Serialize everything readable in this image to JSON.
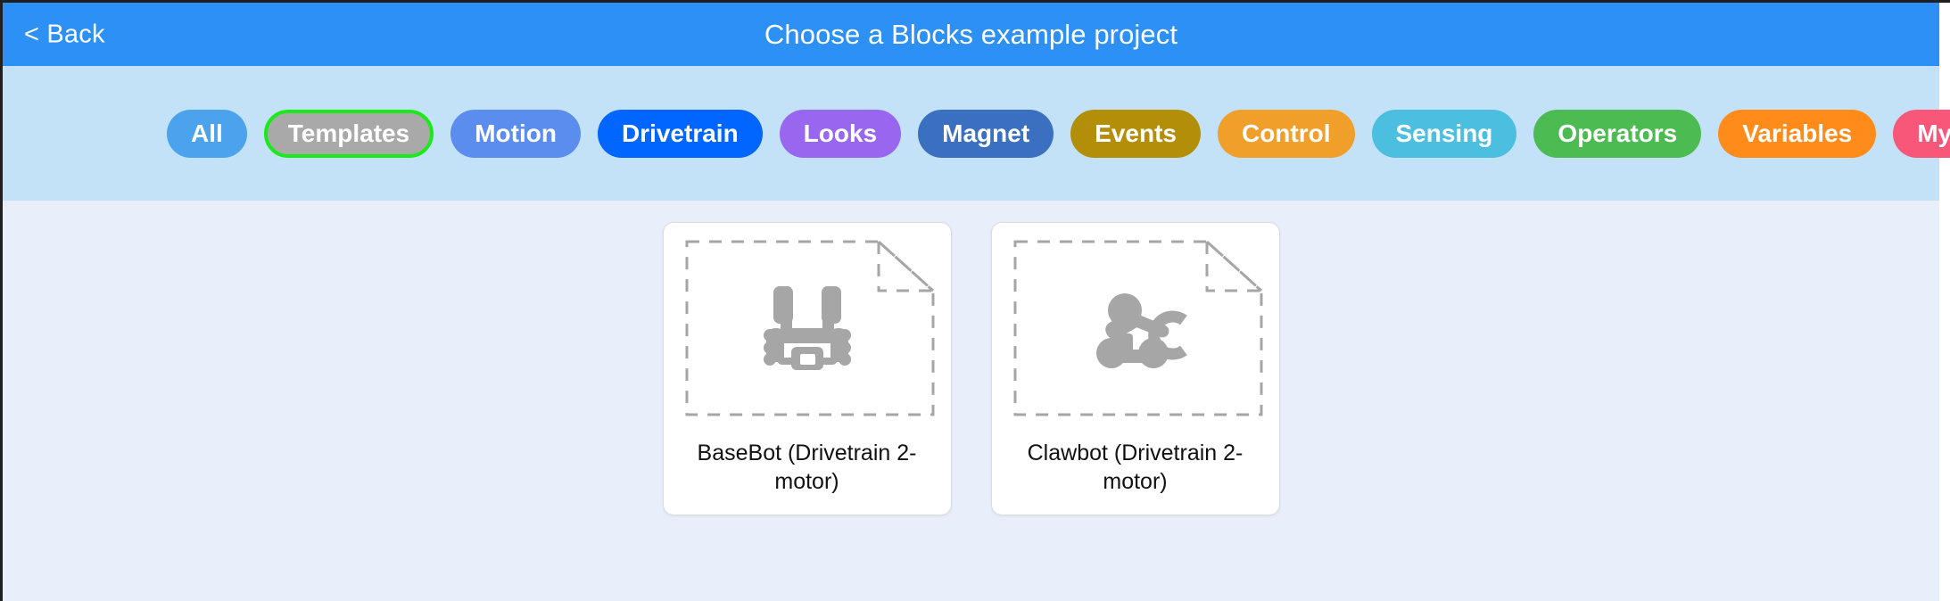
{
  "header": {
    "back_label": "< Back",
    "title": "Choose a Blocks example project",
    "background_color": "#2d90f5"
  },
  "category_bar": {
    "background_color": "#c3e1f7",
    "selected_outline_color": "#1aea1a",
    "pills": [
      {
        "label": "All",
        "color": "#4aa3ec",
        "selected": false
      },
      {
        "label": "Templates",
        "color": "#a9a9a9",
        "selected": true
      },
      {
        "label": "Motion",
        "color": "#5b8def",
        "selected": false
      },
      {
        "label": "Drivetrain",
        "color": "#0066ff",
        "selected": false
      },
      {
        "label": "Looks",
        "color": "#9966f0",
        "selected": false
      },
      {
        "label": "Magnet",
        "color": "#3b6fbf",
        "selected": false
      },
      {
        "label": "Events",
        "color": "#b38f09",
        "selected": false
      },
      {
        "label": "Control",
        "color": "#f0a02a",
        "selected": false
      },
      {
        "label": "Sensing",
        "color": "#4cbfe0",
        "selected": false
      },
      {
        "label": "Operators",
        "color": "#4cbb52",
        "selected": false
      },
      {
        "label": "Variables",
        "color": "#ff8c1a",
        "selected": false
      },
      {
        "label": "My Blocks",
        "color": "#f9577a",
        "selected": false
      }
    ]
  },
  "content": {
    "background_color": "#e9effa",
    "cards": [
      {
        "label": "BaseBot (Drivetrain 2-motor)",
        "icon": "basebot-robot-icon"
      },
      {
        "label": "Clawbot (Drivetrain 2-motor)",
        "icon": "clawbot-robot-icon"
      }
    ]
  }
}
